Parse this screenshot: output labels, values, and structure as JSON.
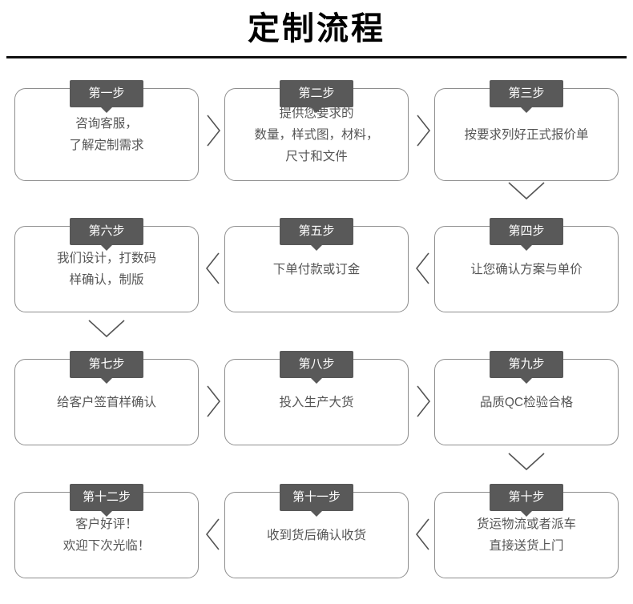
{
  "header": {
    "title": "定制流程"
  },
  "flow": {
    "rows": [
      {
        "cells": [
          {
            "badge": "第一步",
            "text": "咨询客服，\n了解定制需求"
          },
          {
            "badge": "第二步",
            "text": "提供您要求的\n数量，样式图，材料，\n尺寸和文件"
          },
          {
            "badge": "第三步",
            "text": "按要求列好正式报价单"
          }
        ],
        "connectors": [
          "chevron-right",
          "chevron-right"
        ],
        "row_end_connector": "chevron-down-col-2"
      },
      {
        "cells": [
          {
            "badge": "第六步",
            "text": "我们设计，打数码\n样确认，制版"
          },
          {
            "badge": "第五步",
            "text": "下单付款或订金"
          },
          {
            "badge": "第四步",
            "text": "让您确认方案与单价"
          }
        ],
        "connectors": [
          "chevron-left",
          "chevron-left"
        ],
        "row_end_connector": "chevron-down-col-0"
      },
      {
        "cells": [
          {
            "badge": "第七步",
            "text": "给客户签首样确认"
          },
          {
            "badge": "第八步",
            "text": "投入生产大货"
          },
          {
            "badge": "第九步",
            "text": "品质QC检验合格"
          }
        ],
        "connectors": [
          "chevron-right",
          "chevron-right"
        ],
        "row_end_connector": "chevron-down-col-2"
      },
      {
        "cells": [
          {
            "badge": "第十二步",
            "text": "客户好评！\n欢迎下次光临！"
          },
          {
            "badge": "第十一步",
            "text": "收到货后确认收货"
          },
          {
            "badge": "第十步",
            "text": "货运物流或者派车\n直接送货上门"
          }
        ],
        "connectors": [
          "chevron-left",
          "chevron-left"
        ],
        "row_end_connector": null
      }
    ]
  },
  "colors": {
    "badge_background": "#595959",
    "badge_text": "#ffffff",
    "box_border": "#8e8e8e",
    "box_text": "#555555",
    "title_text": "#000000",
    "rule": "#111111",
    "connector": "#555555"
  }
}
